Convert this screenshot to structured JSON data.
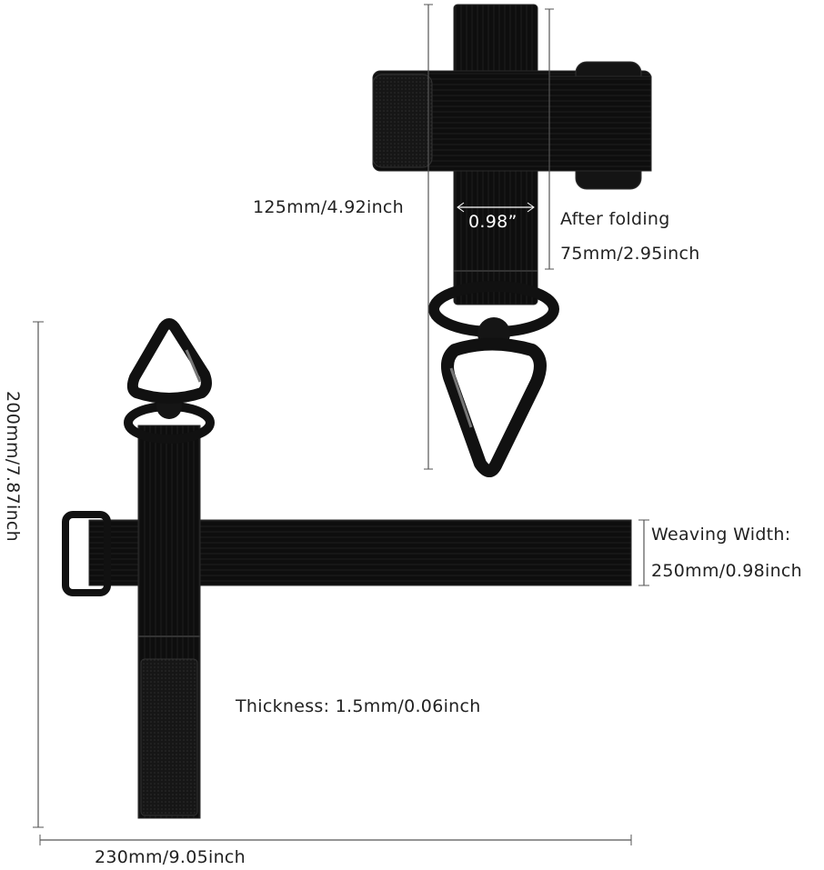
{
  "top_product": {
    "length_label": "125mm/4.92inch",
    "width_label": "0.98”",
    "folded_label": "After folding",
    "folded_value": "75mm/2.95inch"
  },
  "bottom_product": {
    "height_label": "200mm/7.87inch",
    "weave_label": "Weaving Width:",
    "weave_value": "250mm/0.98inch",
    "thickness_label": "Thickness: 1.5mm/0.06inch",
    "length_label": "230mm/9.05inch"
  },
  "colors": {
    "strap": "#0c0c0c",
    "strap_edge": "#2a2a2a",
    "velcro": "#1a1a1a",
    "dimension_line": "#555555",
    "text": "#222222"
  }
}
